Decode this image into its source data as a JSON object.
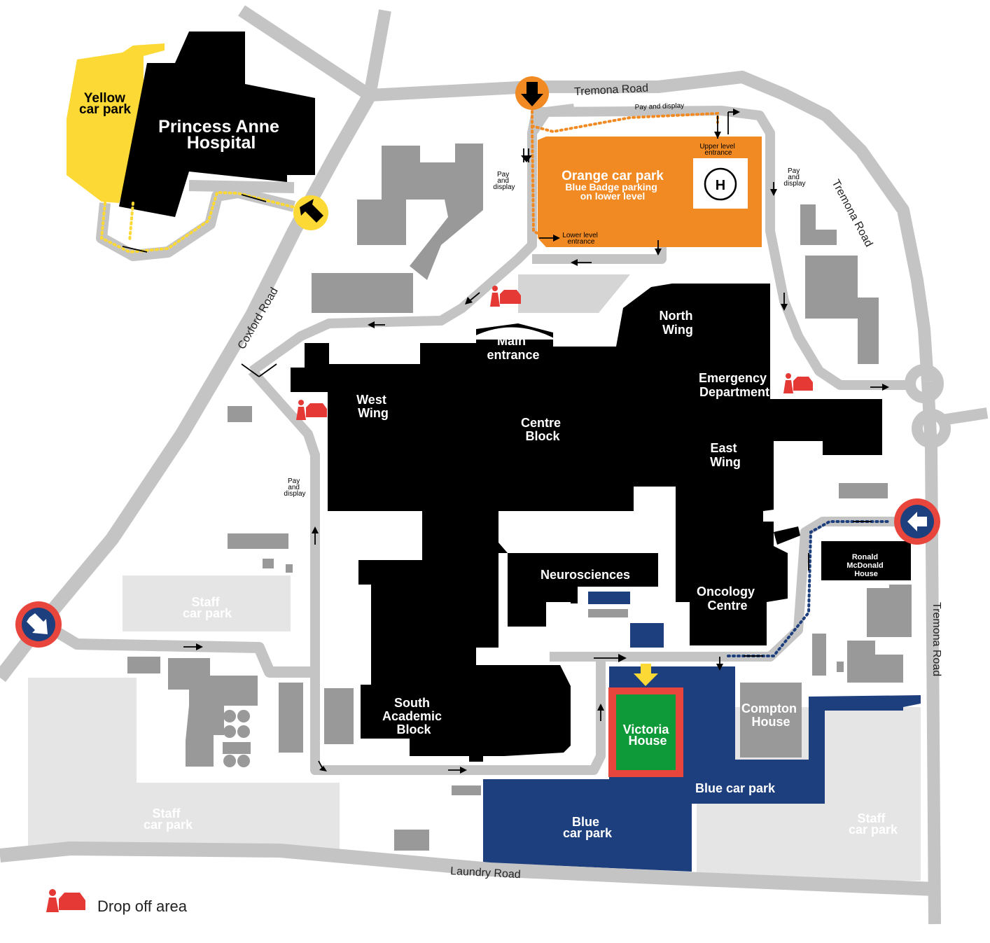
{
  "roads": {
    "tremona_top": "Tremona Road",
    "tremona_diag": "Tremona Road",
    "tremona_right": "Tremona Road",
    "coxford": "Coxford Road",
    "laundry": "Laundry Road"
  },
  "car_parks": {
    "yellow": [
      "Yellow",
      "car park"
    ],
    "orange_title": "Orange car park",
    "orange_sub": [
      "Blue Badge parking",
      "on lower level"
    ],
    "blue_main": "Blue car park",
    "blue_lower": [
      "Blue",
      "car park"
    ],
    "staff_1": [
      "Staff",
      "car park"
    ],
    "staff_2": [
      "Staff",
      "car park"
    ],
    "staff_3": [
      "Staff",
      "car park"
    ]
  },
  "buildings": {
    "princess_anne": [
      "Princess Anne",
      "Hospital"
    ],
    "main_entrance": [
      "Main",
      "entrance"
    ],
    "north_wing": [
      "North",
      "Wing"
    ],
    "emergency": [
      "Emergency",
      "Department"
    ],
    "west_wing": [
      "West",
      "Wing"
    ],
    "centre_block": [
      "Centre",
      "Block"
    ],
    "east_wing": [
      "East",
      "Wing"
    ],
    "neurosciences": "Neurosciences",
    "oncology": [
      "Oncology",
      "Centre"
    ],
    "south_academic": [
      "South",
      "Academic",
      "Block"
    ],
    "victoria_house": [
      "Victoria",
      "House"
    ],
    "compton_house": [
      "Compton",
      "House"
    ],
    "ronald_mcdonald": [
      "Ronald",
      "McDonald",
      "House"
    ],
    "helipad": "H"
  },
  "small_labels": {
    "pay_display_top": "Pay and display",
    "pay_display_left_orange": [
      "Pay",
      "and",
      "display"
    ],
    "pay_display_right": [
      "Pay",
      "and",
      "display"
    ],
    "pay_display_coxford": [
      "Pay",
      "and",
      "display"
    ],
    "upper_level": [
      "Upper level",
      "entrance"
    ],
    "lower_level": [
      "Lower level",
      "entrance"
    ]
  },
  "legend": {
    "drop_off": "Drop off area",
    "drop_off_icon": "drop-off-icon"
  },
  "colors": {
    "yellow": "#fcd934",
    "orange": "#f28a23",
    "blue": "#1d3f7d",
    "green": "#0f9a3a",
    "red_highlight": "#e8463c",
    "drop_off_red": "#e53935",
    "road": "#c4c4c4",
    "grey_building": "#999999",
    "staff_lot": "#e5e5e5"
  }
}
